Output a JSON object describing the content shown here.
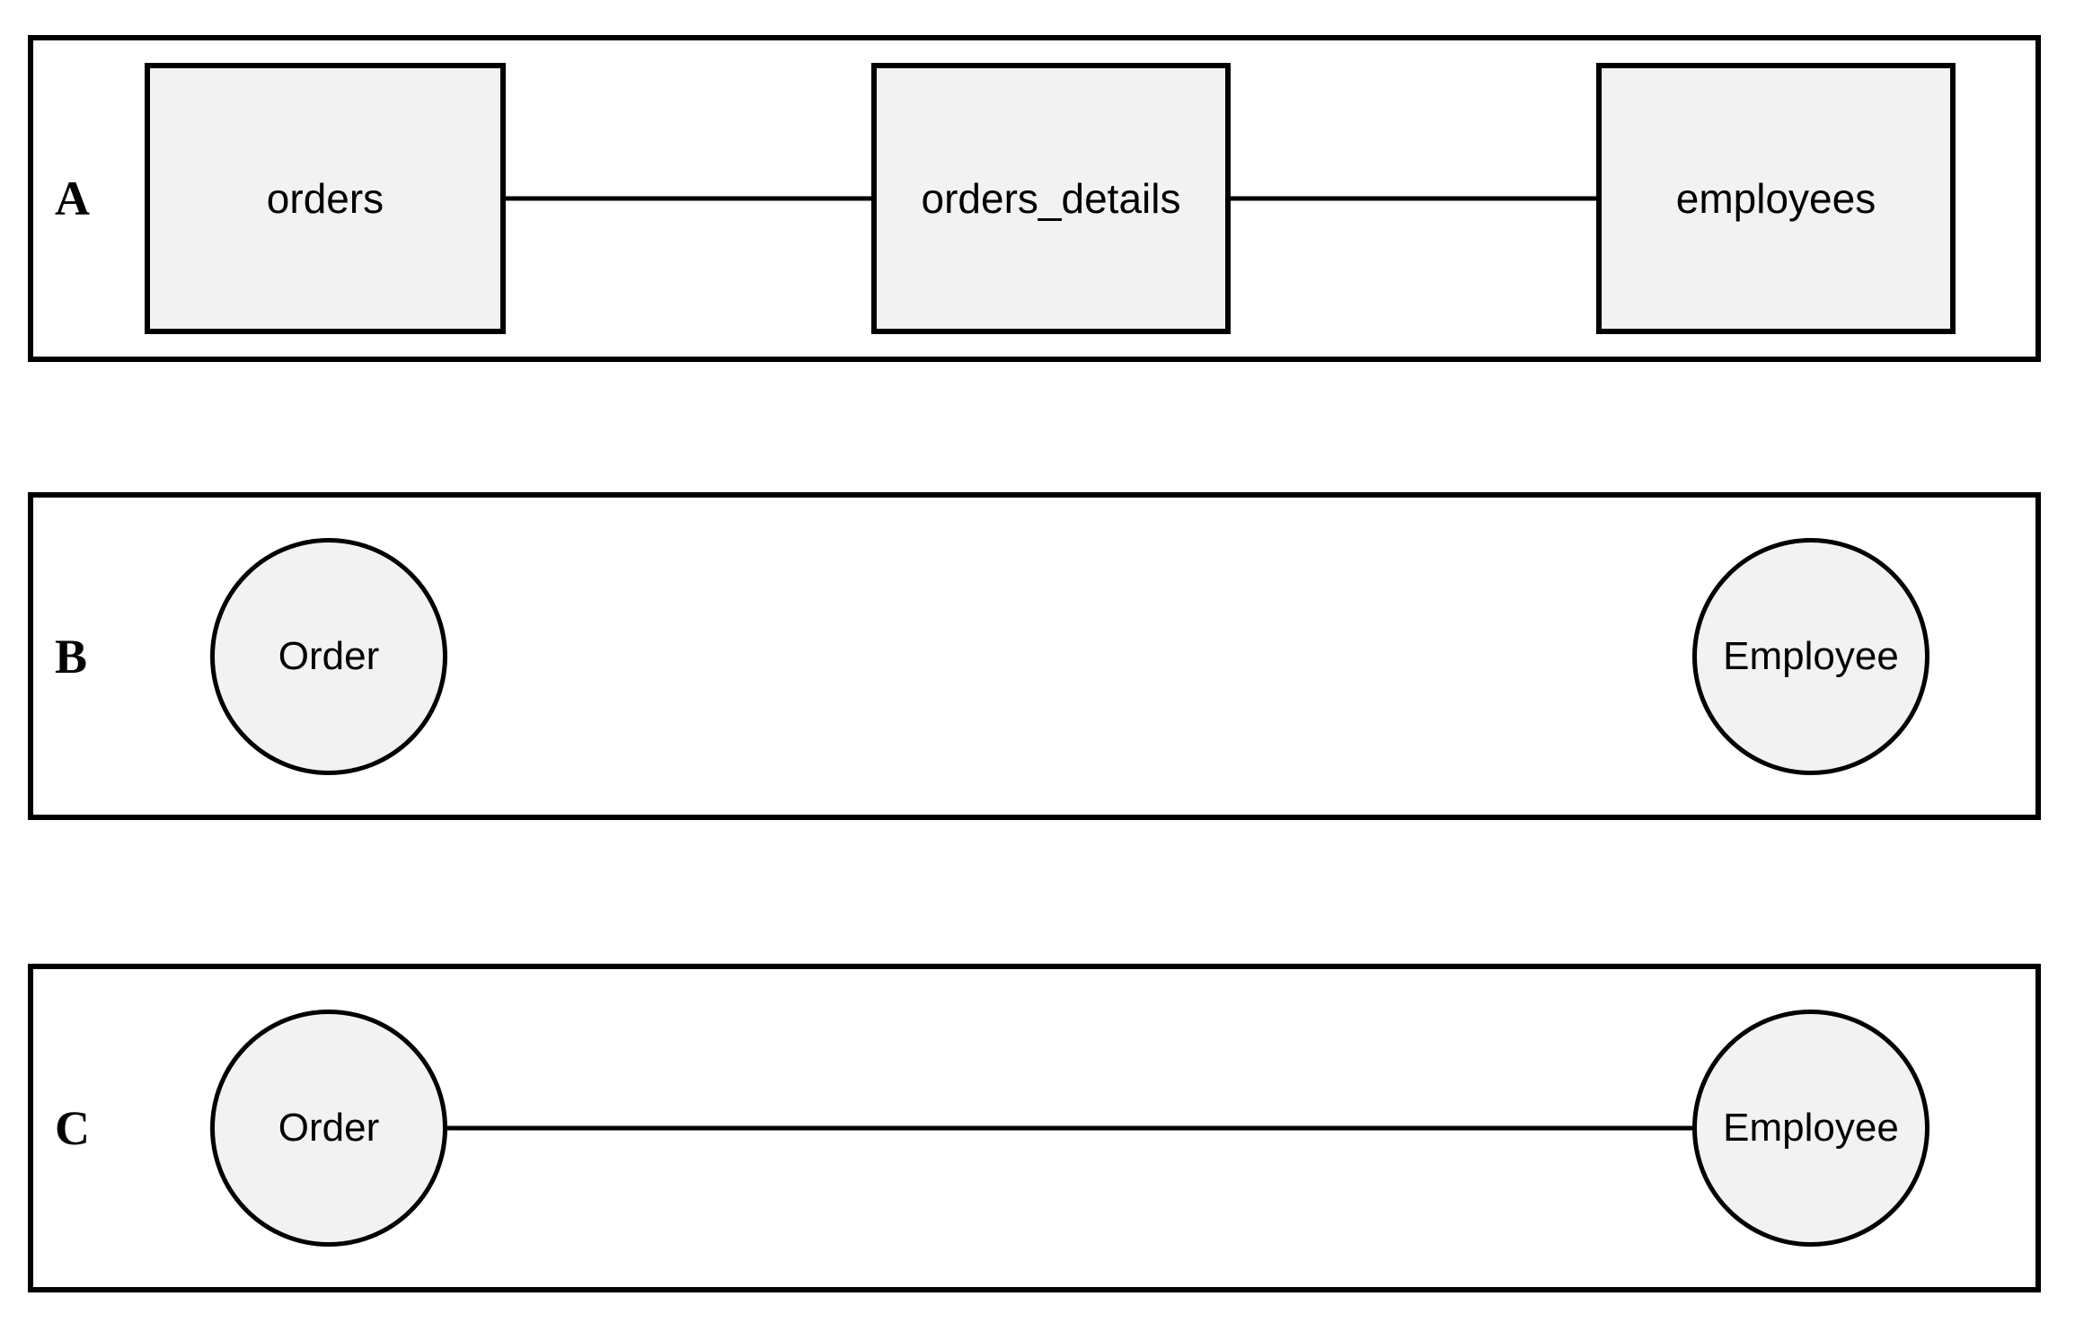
{
  "figure": {
    "type": "diagram",
    "background_color": "#ffffff",
    "stroke_color": "#000000",
    "node_fill_color": "#f2f2f2",
    "panel_count": 3
  },
  "panels": [
    {
      "label": "A",
      "shape_style": "rectangle",
      "node_kind": "database-table",
      "nodes": [
        {
          "id": "orders",
          "label": "orders"
        },
        {
          "id": "orders_details",
          "label": "orders_details"
        },
        {
          "id": "employees",
          "label": "employees"
        }
      ],
      "edges": [
        {
          "from": "orders",
          "to": "orders_details"
        },
        {
          "from": "orders_details",
          "to": "employees"
        }
      ]
    },
    {
      "label": "B",
      "shape_style": "circle",
      "node_kind": "entity",
      "nodes": [
        {
          "id": "order",
          "label": "Order"
        },
        {
          "id": "employee",
          "label": "Employee"
        }
      ],
      "edges": []
    },
    {
      "label": "C",
      "shape_style": "circle",
      "node_kind": "entity",
      "nodes": [
        {
          "id": "order",
          "label": "Order"
        },
        {
          "id": "employee",
          "label": "Employee"
        }
      ],
      "edges": [
        {
          "from": "order",
          "to": "employee"
        }
      ]
    }
  ]
}
